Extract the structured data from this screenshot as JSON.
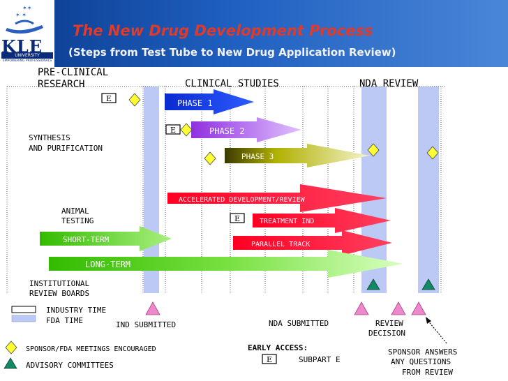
{
  "header": {
    "title": "The New Drug Development Process",
    "subtitle": "(Steps from Test Tube to New Drug Application Review)",
    "logo_text": "KLE",
    "logo_university": "UNIVERSITY",
    "logo_tagline": "EMPOWERING PROFESSIONALS"
  },
  "sections": {
    "preclinical": [
      "PRE-CLINICAL",
      "RESEARCH"
    ],
    "clinical": "CLINICAL STUDIES",
    "nda_review": "NDA REVIEW"
  },
  "activities": {
    "synthesis": [
      "SYNTHESIS",
      "AND PURIFICATION"
    ],
    "animal": [
      "ANIMAL",
      "TESTING"
    ],
    "irb": [
      "INSTITUTIONAL",
      "REVIEW BOARDS"
    ]
  },
  "arrows": {
    "phase1": "PHASE 1",
    "phase2": "PHASE 2",
    "phase3": "PHASE 3",
    "accelerated": "ACCELERATED  DEVELOPMENT/REVIEW",
    "treatment": "TREATMENT IND",
    "parallel": "PARALLEL TRACK",
    "short_term": "SHORT-TERM",
    "long_term": "LONG-TERM"
  },
  "markers": {
    "e": "E",
    "ind_submitted": "IND SUBMITTED",
    "nda_submitted": "NDA SUBMITTED",
    "review_decision": [
      "REVIEW",
      "DECISION"
    ],
    "sponsor_answers": [
      "SPONSOR ANSWERS",
      "ANY QUESTIONS",
      "FROM REVIEW"
    ],
    "early_access": [
      "EARLY ACCESS:",
      "SUBPART E"
    ]
  },
  "legend": {
    "industry_time": "INDUSTRY TIME",
    "fda_time": "FDA TIME",
    "sponsor_meetings": "SPONSOR/FDA MEETINGS ENCOURAGED",
    "advisory": "ADVISORY COMMITTEES"
  },
  "colors": {
    "fda_band": "#bcc9f5",
    "phase1": "#1a3fe0",
    "phase2": "#a040e0",
    "phase3": "#7a7a00",
    "red": "#ee1133",
    "green": "#44cc11",
    "diamond": "#ffff33",
    "triangle_pink": "#ee88cc",
    "triangle_teal": "#118866",
    "title": "#e03a2a"
  }
}
